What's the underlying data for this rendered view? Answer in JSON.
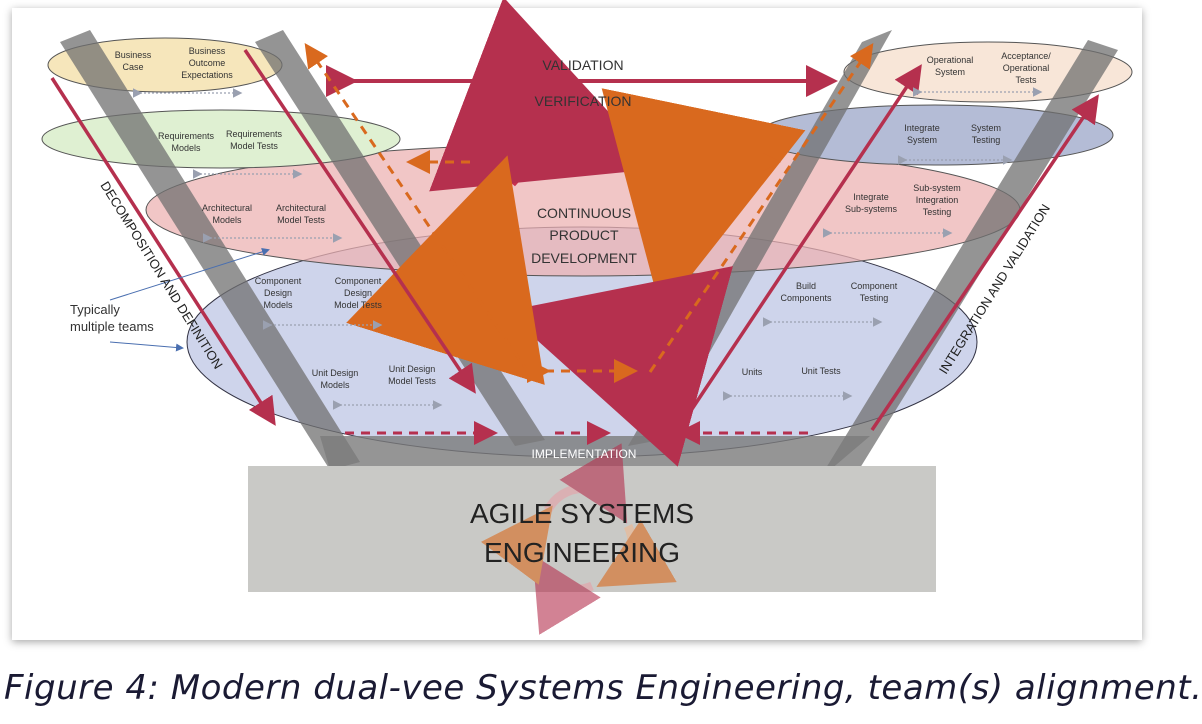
{
  "diagram": {
    "top_arrows": {
      "validation": "VALIDATION",
      "verification": "VERIFICATION"
    },
    "center": {
      "line1": "CONTINUOUS",
      "line2": "PRODUCT",
      "line3": "DEVELOPMENT"
    },
    "implementation": "IMPLEMENTATION",
    "base": {
      "line1": "AGILE SYSTEMS",
      "line2": "ENGINEERING"
    },
    "side_labels": {
      "left": "DECOMPOSITION AND DEFINITION",
      "right": "INTEGRATION AND VALIDATION"
    },
    "note": {
      "line1": "Typically",
      "line2": "multiple teams"
    },
    "left_levels": {
      "business": {
        "a1": "Business",
        "a2": "Case",
        "b1": "Business",
        "b2": "Outcome",
        "b3": "Expectations"
      },
      "requirements": {
        "a1": "Requirements",
        "a2": "Models",
        "b1": "Requirements",
        "b2": "Model Tests"
      },
      "architectural": {
        "a1": "Architectural",
        "a2": "Models",
        "b1": "Architectural",
        "b2": "Model Tests"
      },
      "component": {
        "a1": "Component",
        "a2": "Design",
        "a3": "Models",
        "b1": "Component",
        "b2": "Design",
        "b3": "Model Tests"
      },
      "unit": {
        "a1": "Unit Design",
        "a2": "Models",
        "b1": "Unit Design",
        "b2": "Model Tests"
      }
    },
    "right_levels": {
      "operational": {
        "a1": "Operational",
        "a2": "System",
        "b1": "Acceptance/",
        "b2": "Operational",
        "b3": "Tests"
      },
      "system": {
        "a1": "Integrate",
        "a2": "System",
        "b1": "System",
        "b2": "Testing"
      },
      "subsystem": {
        "a1": "Integrate",
        "a2": "Sub-systems",
        "b1": "Sub-system",
        "b2": "Integration",
        "b3": "Testing"
      },
      "component": {
        "a1": "Build",
        "a2": "Components",
        "b1": "Component",
        "b2": "Testing"
      },
      "unit": {
        "a1": "Units",
        "b1": "Unit Tests"
      }
    },
    "colors": {
      "crimson": "#b5304e",
      "orange": "#d9691e",
      "vee_gray": "#707070",
      "base_gray": "#c9c9c6",
      "business": "#f6e6bb",
      "requirements": "#dff0d2",
      "architectural": "#ecb3b3",
      "component": "#c2c9e6",
      "system": "#b4bcd6",
      "operational": "#f8e6d8"
    }
  },
  "caption": "Figure 4: Modern dual-vee Systems Engineering, team(s) alignment."
}
